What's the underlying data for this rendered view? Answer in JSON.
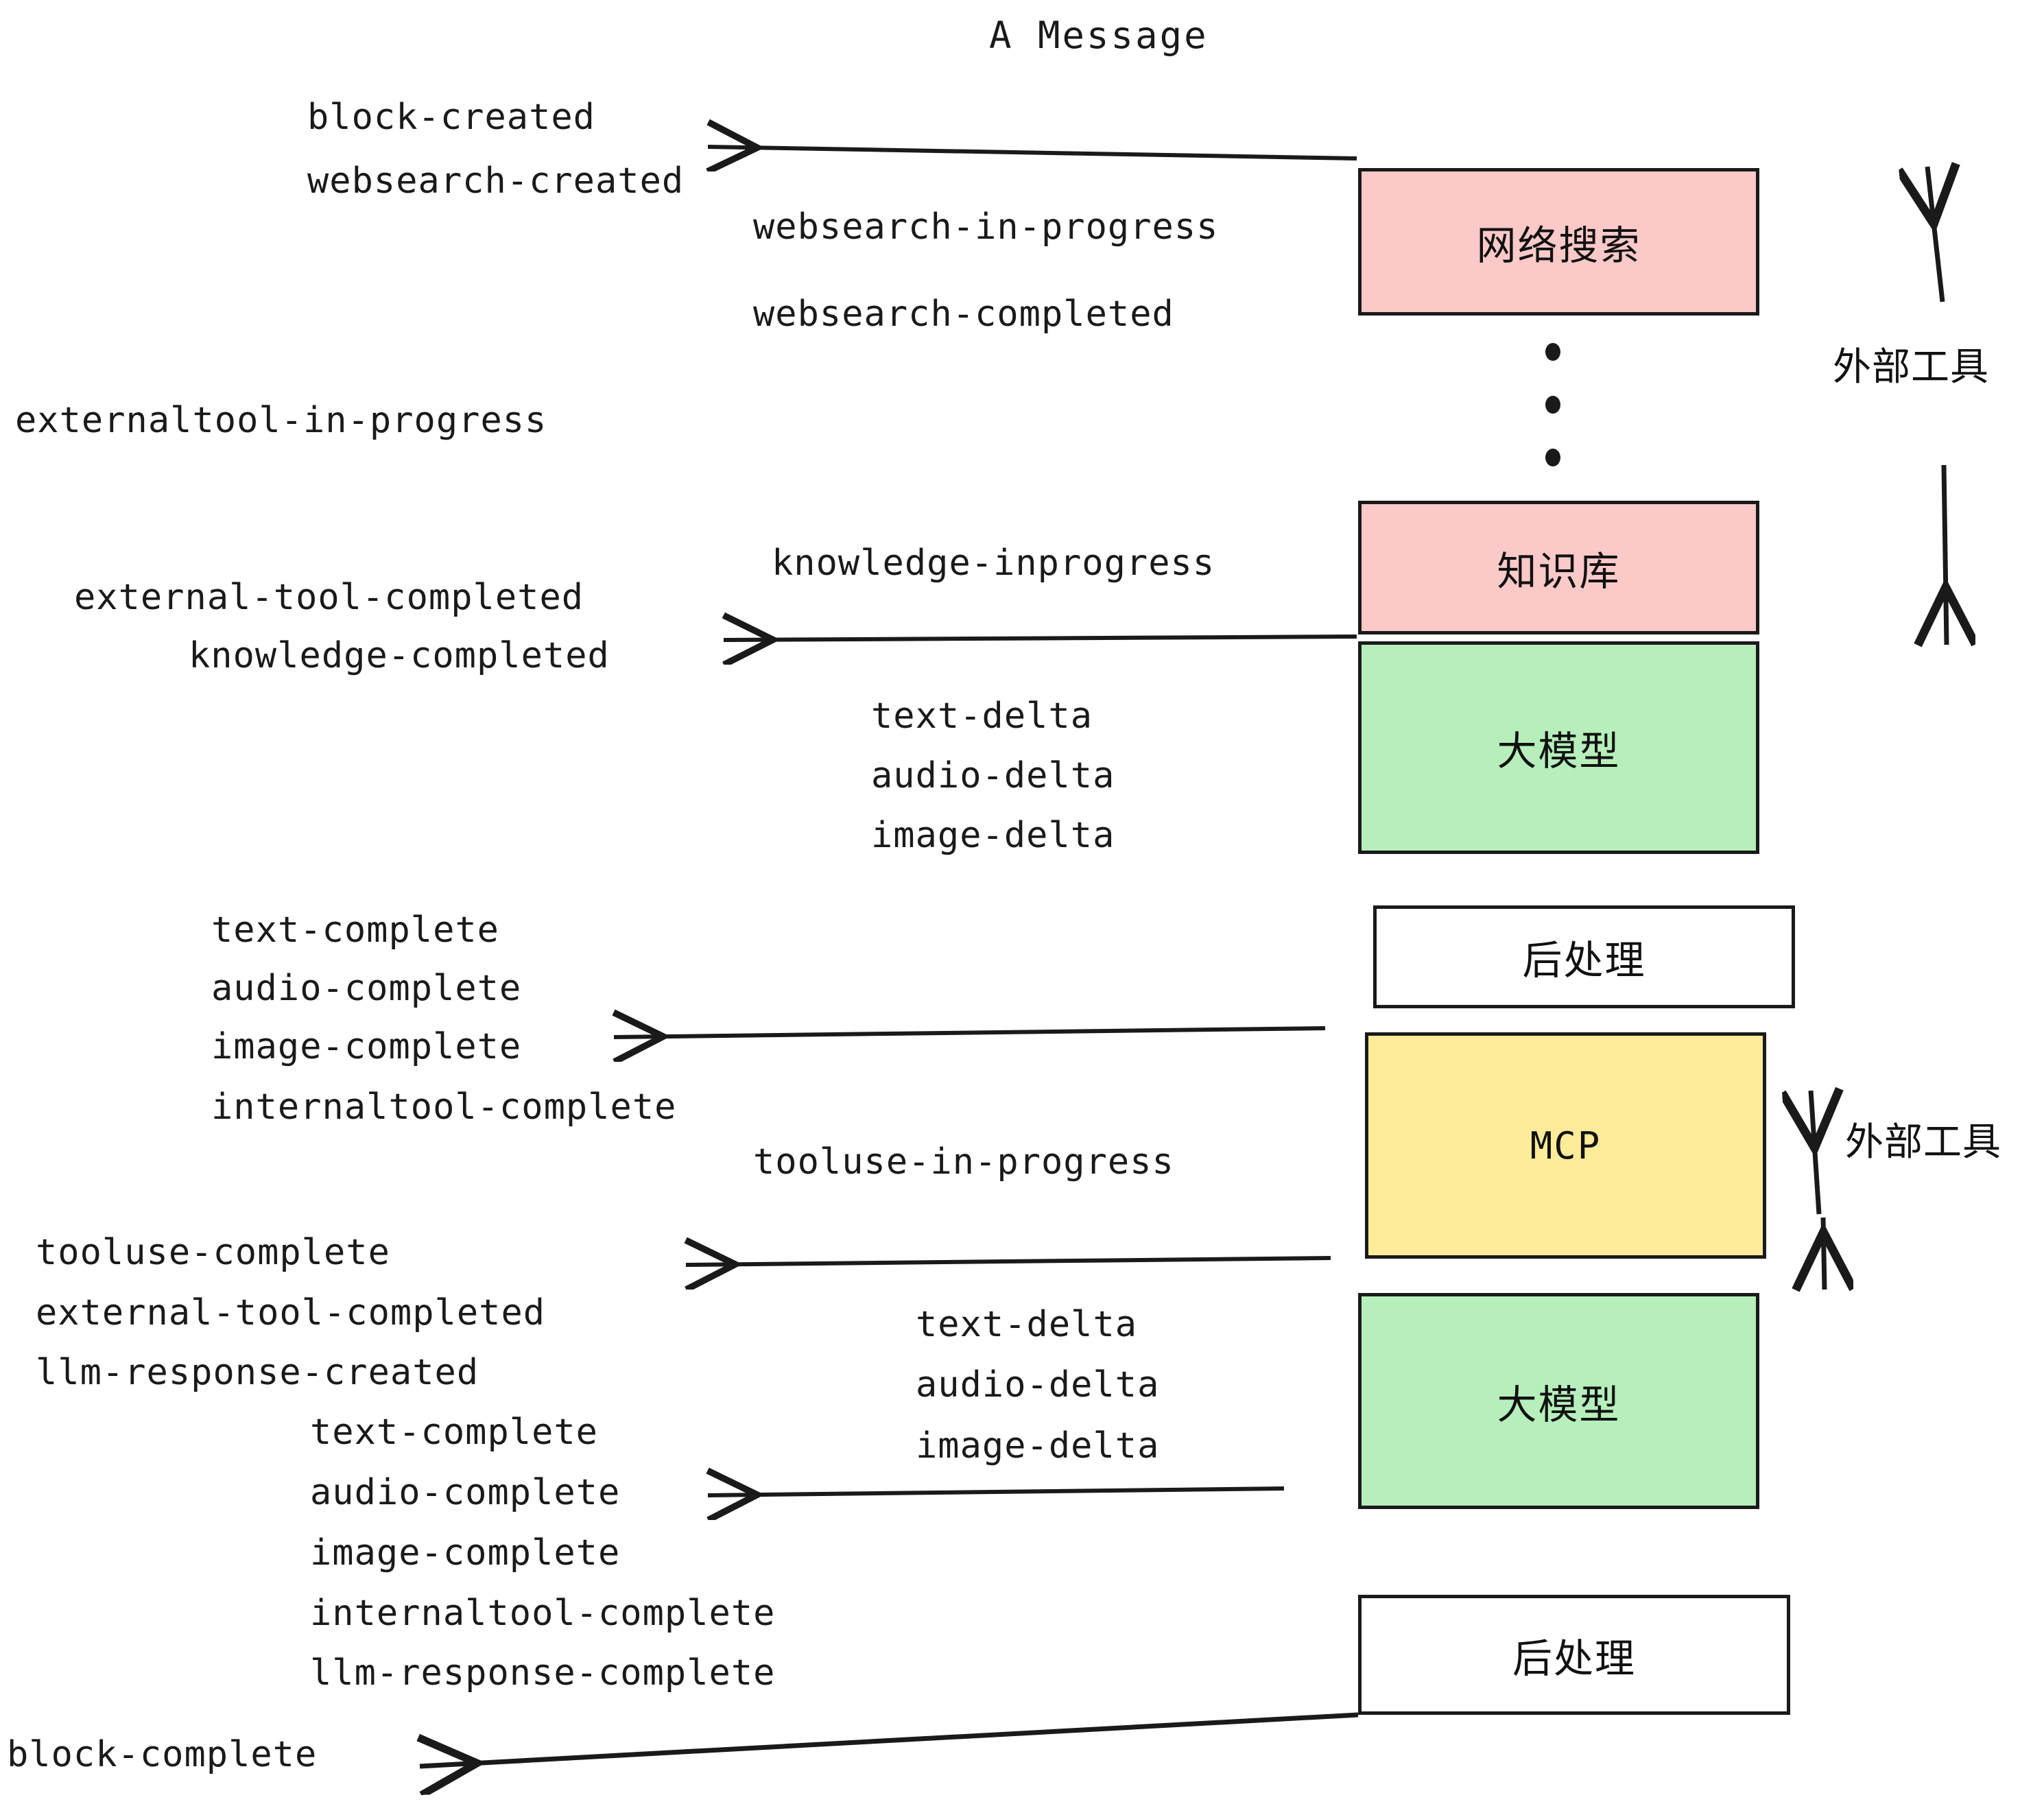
{
  "title": "A Message",
  "colors": {
    "pink": "#fcc9c9",
    "green": "#b6efbb",
    "yellow": "#ffeb9a",
    "white": "#ffffff",
    "stroke": "#1a1a1a",
    "text": "#1a1a1a"
  },
  "nodes": {
    "websearch": "网络搜索",
    "knowledge": "知识库",
    "llm_first": "大模型",
    "postprocess_first": "后处理",
    "mcp": "MCP",
    "llm_second": "大模型",
    "postprocess_second": "后处理"
  },
  "side_labels": {
    "external_tool_top": "外部工具",
    "external_tool_bottom": "外部工具"
  },
  "events": {
    "block_created": "block-created",
    "websearch_created": "websearch-created",
    "websearch_in_progress": "websearch-in-progress",
    "websearch_completed": "websearch-completed",
    "externaltool_in_progress": "externaltool-in-progress",
    "knowledge_inprogress": "knowledge-inprogress",
    "external_tool_completed_1": "external-tool-completed",
    "knowledge_completed": "knowledge-completed",
    "text_delta_1": "text-delta",
    "audio_delta_1": "audio-delta",
    "image_delta_1": "image-delta",
    "text_complete_1": "text-complete",
    "audio_complete_1": "audio-complete",
    "image_complete_1": "image-complete",
    "internaltool_complete_1": "internaltool-complete",
    "tooluse_in_progress": "tooluse-in-progress",
    "tooluse_complete": "tooluse-complete",
    "external_tool_completed_2": "external-tool-completed",
    "llm_response_created": "llm-response-created",
    "text_delta_2": "text-delta",
    "audio_delta_2": "audio-delta",
    "image_delta_2": "image-delta",
    "text_complete_2": "text-complete",
    "audio_complete_2": "audio-complete",
    "image_complete_2": "image-complete",
    "internaltool_complete_2": "internaltool-complete",
    "llm_response_complete": "llm-response-complete",
    "block_complete": "block-complete"
  }
}
